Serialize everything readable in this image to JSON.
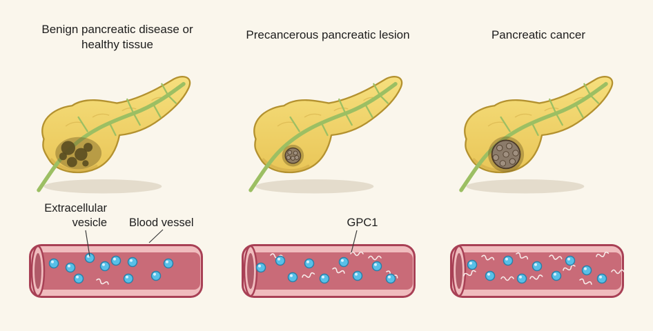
{
  "colors": {
    "bg": "#faf6ec",
    "ink": "#1c1c1c",
    "pancreas-edge": "#b3912f",
    "duct-green": "#9cbf63",
    "vessel-rim": "#a84055",
    "vessel-wall": "#f0bcbe",
    "vessel-lumen": "#c96b78",
    "vessel-lumen-dark": "#b05a68",
    "vesicle": "#58c0e8",
    "vesicle-edge": "#2a7fa8",
    "vesicle-hl": "#d6f1fc",
    "squiggle": "#f7ecea",
    "lesion-shadow": "#7a6327",
    "lesion-benign-blob": "#5a4d20",
    "lesion-precancer": "#8e7c64",
    "lesion-cancer": "#8b7b6a",
    "lesion-edge": "#4c3b29",
    "lesion-bump": "#a39383"
  },
  "panels": [
    {
      "id": "benign",
      "title": "Benign pancreatic disease or healthy tissue",
      "vessel": {
        "vesicles": [
          [
            38,
            34
          ],
          [
            62,
            40
          ],
          [
            74,
            56
          ],
          [
            90,
            26
          ],
          [
            112,
            38
          ],
          [
            128,
            30
          ],
          [
            146,
            56
          ],
          [
            152,
            32
          ],
          [
            186,
            52
          ],
          [
            204,
            34
          ]
        ],
        "squiggles": [
          [
            100,
            58,
            20
          ]
        ]
      }
    },
    {
      "id": "precancerous",
      "title": "Precancerous pancreatic lesion",
      "vessel": {
        "vesicles": [
          [
            30,
            40
          ],
          [
            58,
            30
          ],
          [
            76,
            54
          ],
          [
            100,
            34
          ],
          [
            122,
            56
          ],
          [
            150,
            32
          ],
          [
            170,
            52
          ],
          [
            198,
            38
          ],
          [
            218,
            56
          ]
        ],
        "squiggles": [
          [
            44,
            22,
            10
          ],
          [
            90,
            54,
            -15
          ],
          [
            134,
            42,
            20
          ],
          [
            160,
            20,
            0
          ],
          [
            186,
            26,
            0
          ],
          [
            212,
            46,
            30
          ]
        ]
      }
    },
    {
      "id": "cancer",
      "title": "Pancreatic cancer",
      "vessel": {
        "vesicles": [
          [
            34,
            36
          ],
          [
            60,
            52
          ],
          [
            86,
            30
          ],
          [
            106,
            56
          ],
          [
            128,
            38
          ],
          [
            156,
            52
          ],
          [
            176,
            30
          ],
          [
            200,
            44
          ],
          [
            222,
            56
          ]
        ],
        "squiggles": [
          [
            22,
            52,
            -20
          ],
          [
            48,
            24,
            15
          ],
          [
            76,
            56,
            0
          ],
          [
            98,
            20,
            25
          ],
          [
            118,
            56,
            -10
          ],
          [
            146,
            24,
            10
          ],
          [
            166,
            44,
            -20
          ],
          [
            190,
            58,
            20
          ],
          [
            214,
            24,
            -15
          ],
          [
            236,
            46,
            0
          ]
        ]
      }
    }
  ],
  "labels": {
    "extracellular_vesicle": "Extracellular vesicle",
    "blood_vessel": "Blood vessel",
    "gpc1": "GPC1"
  }
}
